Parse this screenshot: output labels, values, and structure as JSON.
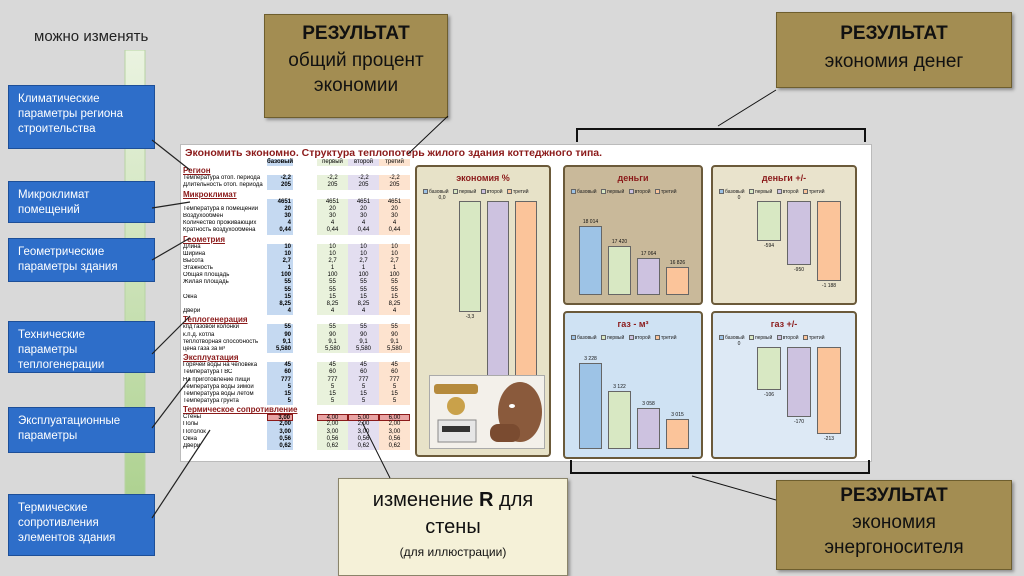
{
  "left_header": "можно изменять",
  "categories": [
    "Климатические параметры региона строительства",
    "Микроклимат помещений",
    "Геометрические параметры здания",
    "Технические параметры теплогенерации",
    "Эксплуатационные параметры",
    "Термические сопротивления элементов здания"
  ],
  "callouts": {
    "percent": {
      "title": "РЕЗУЛЬТАТ",
      "line1": "общий процент",
      "line2": "экономии"
    },
    "money": {
      "title": "РЕЗУЛЬТАТ",
      "line1": "экономия денег"
    },
    "energy": {
      "title": "РЕЗУЛЬТАТ",
      "line1": "экономия",
      "line2": "энергоносителя"
    },
    "change_r": {
      "line1_pre": "изменение ",
      "line1_bold": "R",
      "line1_post": " для",
      "line2": "стены",
      "line3": "(для иллюстрации)"
    }
  },
  "sheet": {
    "title": "Экономить экономно. Структура теплопотерь жилого здания коттеджного типа.",
    "col_headers": [
      "базовый",
      "первый",
      "второй",
      "третий"
    ],
    "sections": [
      {
        "name": "Регион",
        "rows": [
          {
            "label": "Температура отоп. периода",
            "base": "-2,2",
            "v1": "-2,2",
            "v2": "-2,2",
            "v3": "-2,2"
          },
          {
            "label": "Длительность отоп. периода",
            "base": "205",
            "v1": "205",
            "v2": "205",
            "v3": "205"
          }
        ]
      },
      {
        "name": "Микроклимат",
        "rows": [
          {
            "label": "",
            "base": "4651",
            "v1": "4651",
            "v2": "4651",
            "v3": "4651"
          },
          {
            "label": "Температура в помещении",
            "base": "20",
            "v1": "20",
            "v2": "20",
            "v3": "20"
          },
          {
            "label": "Воздухообмен",
            "base": "30",
            "v1": "30",
            "v2": "30",
            "v3": "30"
          },
          {
            "label": "Количество проживающих",
            "base": "4",
            "v1": "4",
            "v2": "4",
            "v3": "4"
          },
          {
            "label": "Кратность воздухообмена",
            "base": "0,44",
            "v1": "0,44",
            "v2": "0,44",
            "v3": "0,44"
          }
        ]
      },
      {
        "name": "Геометрия",
        "rows": [
          {
            "label": "Длина",
            "base": "10",
            "v1": "10",
            "v2": "10",
            "v3": "10"
          },
          {
            "label": "Ширина",
            "base": "10",
            "v1": "10",
            "v2": "10",
            "v3": "10"
          },
          {
            "label": "Высота",
            "base": "2,7",
            "v1": "2,7",
            "v2": "2,7",
            "v3": "2,7"
          },
          {
            "label": "Этажность",
            "base": "1",
            "v1": "1",
            "v2": "1",
            "v3": "1"
          },
          {
            "label": "Общая площадь",
            "base": "100",
            "v1": "100",
            "v2": "100",
            "v3": "100"
          },
          {
            "label": "Жилая площадь",
            "base": "55",
            "v1": "55",
            "v2": "55",
            "v3": "55"
          },
          {
            "label": "",
            "base": "55",
            "v1": "55",
            "v2": "55",
            "v3": "55"
          },
          {
            "label": "Окна",
            "base": "15",
            "v1": "15",
            "v2": "15",
            "v3": "15"
          },
          {
            "label": "",
            "base": "8,25",
            "v1": "8,25",
            "v2": "8,25",
            "v3": "8,25"
          },
          {
            "label": "Двери",
            "base": "4",
            "v1": "4",
            "v2": "4",
            "v3": "4"
          }
        ]
      },
      {
        "name": "Теплогенерация",
        "rows": [
          {
            "label": "кпд газовой колонки",
            "base": "55",
            "v1": "55",
            "v2": "55",
            "v3": "55"
          },
          {
            "label": "к.п.д. котла",
            "base": "90",
            "v1": "90",
            "v2": "90",
            "v3": "90"
          },
          {
            "label": "теплотворная способность",
            "base": "9,1",
            "v1": "9,1",
            "v2": "9,1",
            "v3": "9,1"
          },
          {
            "label": "цена газа за м³",
            "base": "5,580",
            "v1": "5,580",
            "v2": "5,580",
            "v3": "5,580"
          }
        ]
      },
      {
        "name": "Эксплуатация",
        "rows": [
          {
            "label": "Горячей воды на человека",
            "base": "45",
            "v1": "45",
            "v2": "45",
            "v3": "45"
          },
          {
            "label": "Температура ГВС",
            "base": "60",
            "v1": "60",
            "v2": "60",
            "v3": "60"
          },
          {
            "label": "На приготовление пищи",
            "base": "777",
            "v1": "777",
            "v2": "777",
            "v3": "777"
          },
          {
            "label": "Температура воды зимой",
            "base": "5",
            "v1": "5",
            "v2": "5",
            "v3": "5"
          },
          {
            "label": "Температура воды летом",
            "base": "15",
            "v1": "15",
            "v2": "15",
            "v3": "15"
          },
          {
            "label": "Температура грунта",
            "base": "5",
            "v1": "5",
            "v2": "5",
            "v3": "5"
          }
        ]
      },
      {
        "name": "Термическое сопротивление",
        "rows": [
          {
            "label": "Стены",
            "base": "3,00",
            "v1": "4,00",
            "v2": "5,00",
            "v3": "6,00"
          },
          {
            "label": "Полы",
            "base": "2,00",
            "v1": "2,00",
            "v2": "2,00",
            "v3": "2,00"
          },
          {
            "label": "Потолок",
            "base": "3,00",
            "v1": "3,00",
            "v2": "3,00",
            "v3": "3,00"
          },
          {
            "label": "Окна",
            "base": "0,56",
            "v1": "0,56",
            "v2": "0,56",
            "v3": "0,56"
          },
          {
            "label": "Двери",
            "base": "0,62",
            "v1": "0,62",
            "v2": "0,62",
            "v3": "0,62"
          }
        ]
      }
    ]
  },
  "charts": [
    {
      "id": "pct",
      "title": "экономия   %",
      "legend": [
        "базовый",
        "первый",
        "второй",
        "третий"
      ],
      "base_label": "0,0",
      "values": [
        "-3,3",
        "-5,3",
        "-6,6"
      ],
      "nums": [
        0,
        -3.3,
        -5.3,
        -6.6
      ],
      "max": 7,
      "signed": true
    },
    {
      "id": "money",
      "title": "деньги",
      "legend": [
        "базовый",
        "первый",
        "второй",
        "третий"
      ],
      "values": [
        "18 014",
        "17 420",
        "17 064",
        "16 826"
      ],
      "nums": [
        18014,
        17420,
        17064,
        16826
      ],
      "min": 16000,
      "max": 18500,
      "signed": false
    },
    {
      "id": "money_diff",
      "title": "деньги   +/-",
      "legend": [
        "базовый",
        "первый",
        "второй",
        "третий"
      ],
      "base_label": "0",
      "values": [
        "-594",
        "-950",
        "-1 188"
      ],
      "nums": [
        0,
        -594,
        -950,
        -1188
      ],
      "max": 1250,
      "signed": true
    },
    {
      "id": "gas",
      "title": "газ - м³",
      "legend": [
        "базовый",
        "первый",
        "второй",
        "третий"
      ],
      "values": [
        "3 228",
        "3 122",
        "3 058",
        "3 015"
      ],
      "nums": [
        3228,
        3122,
        3058,
        3015
      ],
      "min": 2900,
      "max": 3260,
      "signed": false
    },
    {
      "id": "gas_diff",
      "title": "газ   +/-",
      "legend": [
        "базовый",
        "первый",
        "второй",
        "третий"
      ],
      "base_label": "0",
      "values": [
        "-106",
        "-170",
        "-213"
      ],
      "nums": [
        0,
        -106,
        -170,
        -213
      ],
      "max": 225,
      "signed": true
    }
  ],
  "colors": {
    "base": "#9dc3e6",
    "v1": "#d8e8c3",
    "v2": "#cdc2e0",
    "v3": "#fbc49a",
    "tan": "#a38d52",
    "blue": "#2e6ec9"
  }
}
